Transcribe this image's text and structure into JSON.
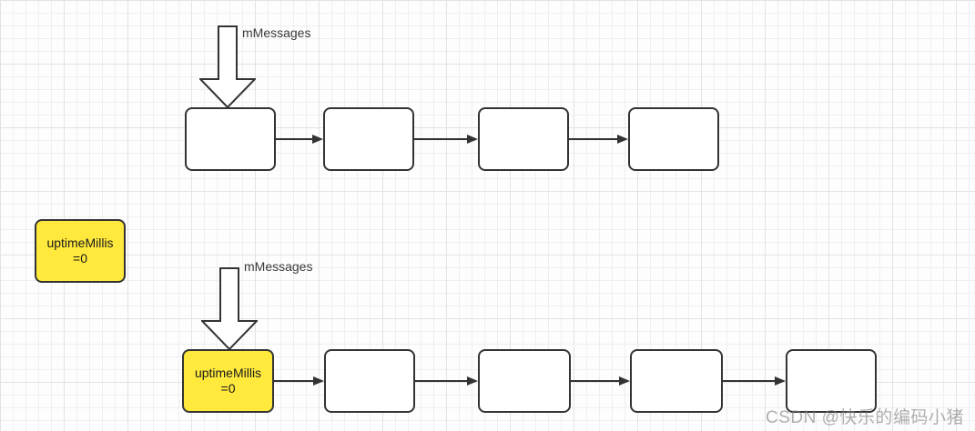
{
  "colors": {
    "stroke": "#333333",
    "node_fill": "#ffffff",
    "highlight_fill": "#ffe93d",
    "label_text": "#3a3a3a",
    "watermark_text": "#808080",
    "grid_minor": "#efefef",
    "grid_major": "#e3e3e3"
  },
  "top_queue": {
    "pointer_label": "mMessages",
    "empty_node_count": 4,
    "nodes": [
      "",
      "",
      "",
      ""
    ]
  },
  "side_note": {
    "line1": "uptimeMillis",
    "line2": "=0"
  },
  "bottom_queue": {
    "pointer_label": "mMessages",
    "head_node": {
      "line1": "uptimeMillis",
      "line2": "=0"
    },
    "empty_node_count": 4,
    "nodes": [
      "uptimeMillis =0",
      "",
      "",
      "",
      ""
    ]
  },
  "watermark": {
    "text": "CSDN @快乐的编码小猪"
  }
}
